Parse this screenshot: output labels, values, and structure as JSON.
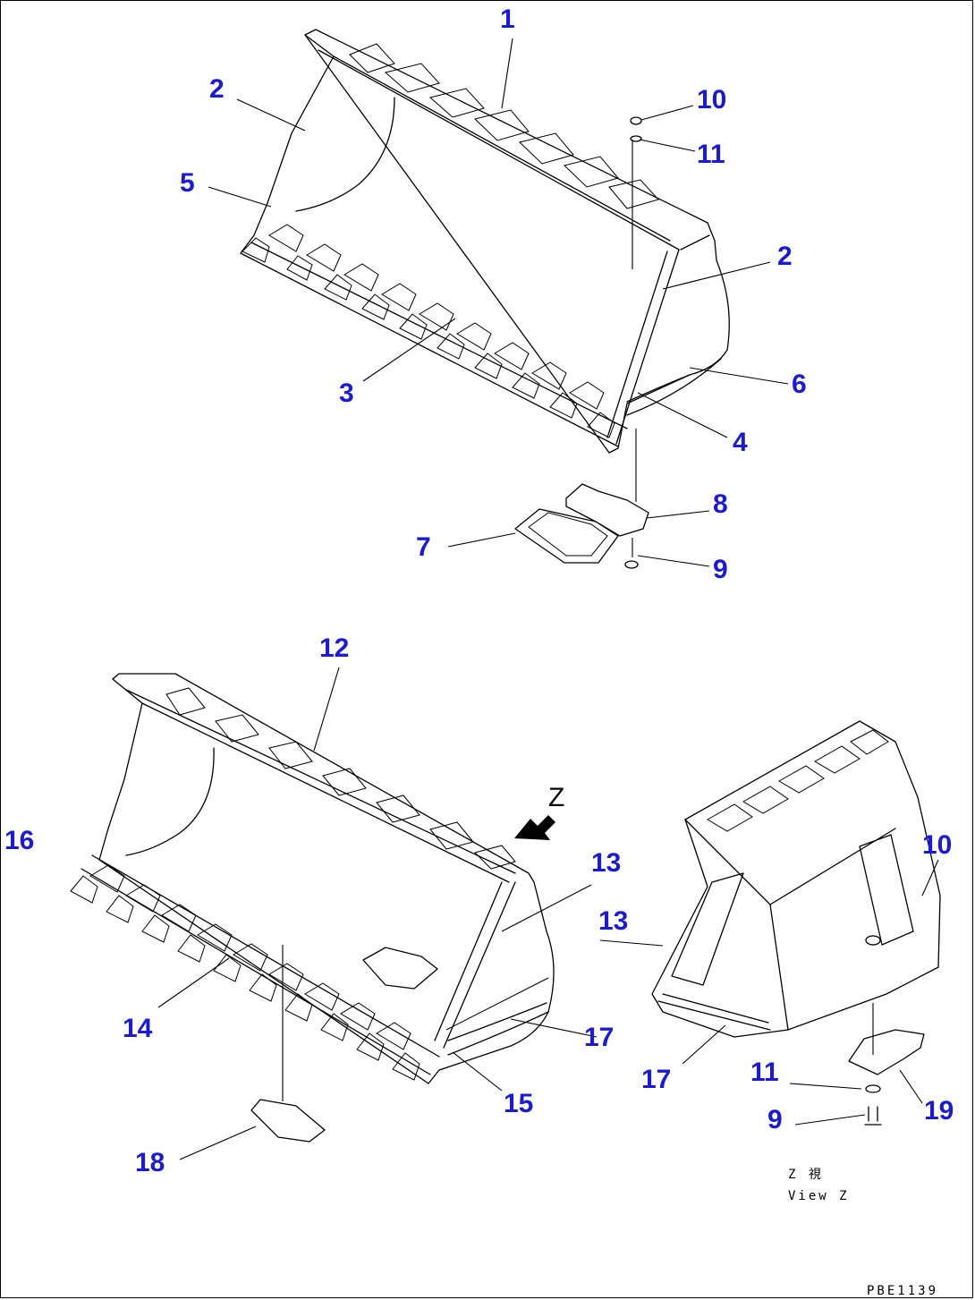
{
  "diagram": {
    "callouts": [
      {
        "id": "c1",
        "label": "1"
      },
      {
        "id": "c2a",
        "label": "2"
      },
      {
        "id": "c2b",
        "label": "2"
      },
      {
        "id": "c3",
        "label": "3"
      },
      {
        "id": "c4",
        "label": "4"
      },
      {
        "id": "c5",
        "label": "5"
      },
      {
        "id": "c6",
        "label": "6"
      },
      {
        "id": "c7",
        "label": "7"
      },
      {
        "id": "c8",
        "label": "8"
      },
      {
        "id": "c9a",
        "label": "9"
      },
      {
        "id": "c10a",
        "label": "10"
      },
      {
        "id": "c11a",
        "label": "11"
      },
      {
        "id": "c12",
        "label": "12"
      },
      {
        "id": "c13a",
        "label": "13"
      },
      {
        "id": "c13b",
        "label": "13"
      },
      {
        "id": "c14",
        "label": "14"
      },
      {
        "id": "c15",
        "label": "15"
      },
      {
        "id": "c16",
        "label": "16"
      },
      {
        "id": "c17a",
        "label": "17"
      },
      {
        "id": "c17b",
        "label": "17"
      },
      {
        "id": "c18",
        "label": "18"
      },
      {
        "id": "c10b",
        "label": "10"
      },
      {
        "id": "c11b",
        "label": "11"
      },
      {
        "id": "c9b",
        "label": "9"
      },
      {
        "id": "c19",
        "label": "19"
      }
    ],
    "view_marker": "Z",
    "view_caption_jp": "Z 視",
    "view_caption_en": "View Z",
    "drawing_code": "PBE1139",
    "colors": {
      "callout": "#1a1adc",
      "line": "#000000",
      "background": "#ffffff"
    }
  }
}
